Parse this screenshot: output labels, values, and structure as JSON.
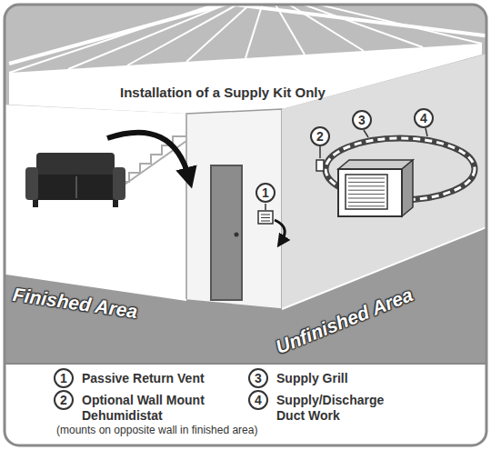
{
  "diagram": {
    "title": "Installation of a Supply Kit Only",
    "labels": [
      "1",
      "2",
      "3",
      "4",
      "Finished Area",
      "Unfinished Area",
      "1",
      "3",
      "2",
      "4",
      "(mounts on opposite wall in finished area)"
    ],
    "legend": [
      {
        "text": "Passive Return Vent"
      },
      {
        "text": "Supply Grill"
      },
      {
        "text": "Optional Wall Mount Dehumidistat"
      },
      {
        "text": "Supply/Discharge Duct Work"
      }
    ]
  }
}
